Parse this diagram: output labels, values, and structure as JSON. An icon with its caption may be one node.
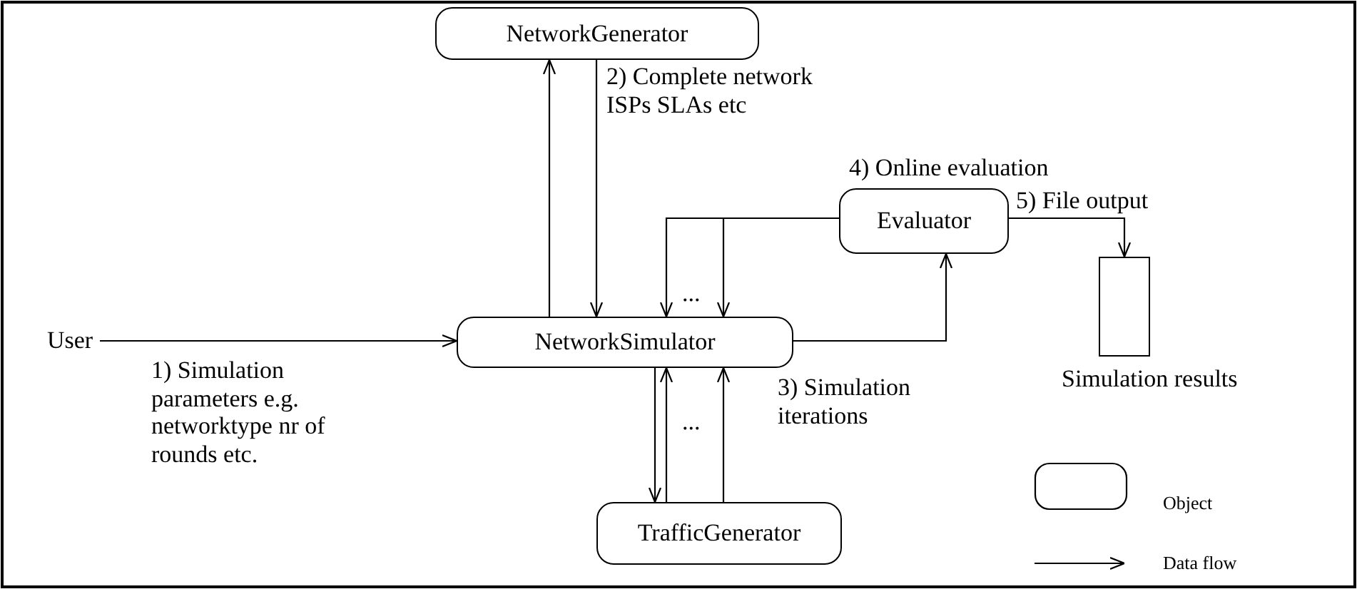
{
  "diagram": {
    "nodes": [
      {
        "text": [
          "NetworkGenerator"
        ]
      },
      {
        "text": [
          "User"
        ]
      },
      {
        "text": [
          "NetworkSimulator"
        ]
      },
      {
        "text": [
          "Evaluator"
        ],
        "beside": [
          "4) Online evaluation"
        ]
      },
      {
        "text": [
          "TrafficGenerator"
        ]
      },
      {
        "text": [],
        "shape": "box",
        "beside": [
          "Simulation results"
        ]
      }
    ],
    "edges": [
      {
        "from": 1,
        "to": 2,
        "arrow": "to",
        "label": "1) Simulation parameters e.g. networktype nr of rounds etc."
      },
      {
        "from": 2,
        "to": 0,
        "arrow": "to"
      },
      {
        "from": 0,
        "to": 2,
        "arrow": "to",
        "label": "2) Complete network ISPs SLAs etc"
      },
      {
        "from": 3,
        "to": 2,
        "arrow": "to"
      },
      {
        "from": 3,
        "to": 2,
        "arrow": "to"
      },
      {
        "from": 2,
        "to": 3,
        "arrow": "to"
      },
      {
        "from": 3,
        "to": 5,
        "arrow": "to",
        "label": "5) File output"
      },
      {
        "from": 2,
        "to": 4,
        "arrow": "to"
      },
      {
        "from": 4,
        "to": 2,
        "arrow": "to"
      },
      {
        "from": 4,
        "to": 2,
        "arrow": "to"
      }
    ],
    "labels": [
      "...",
      "...",
      "3) Simulation iterations"
    ],
    "legend": [
      {
        "text": "Object"
      },
      {
        "text": "Data flow"
      }
    ]
  }
}
